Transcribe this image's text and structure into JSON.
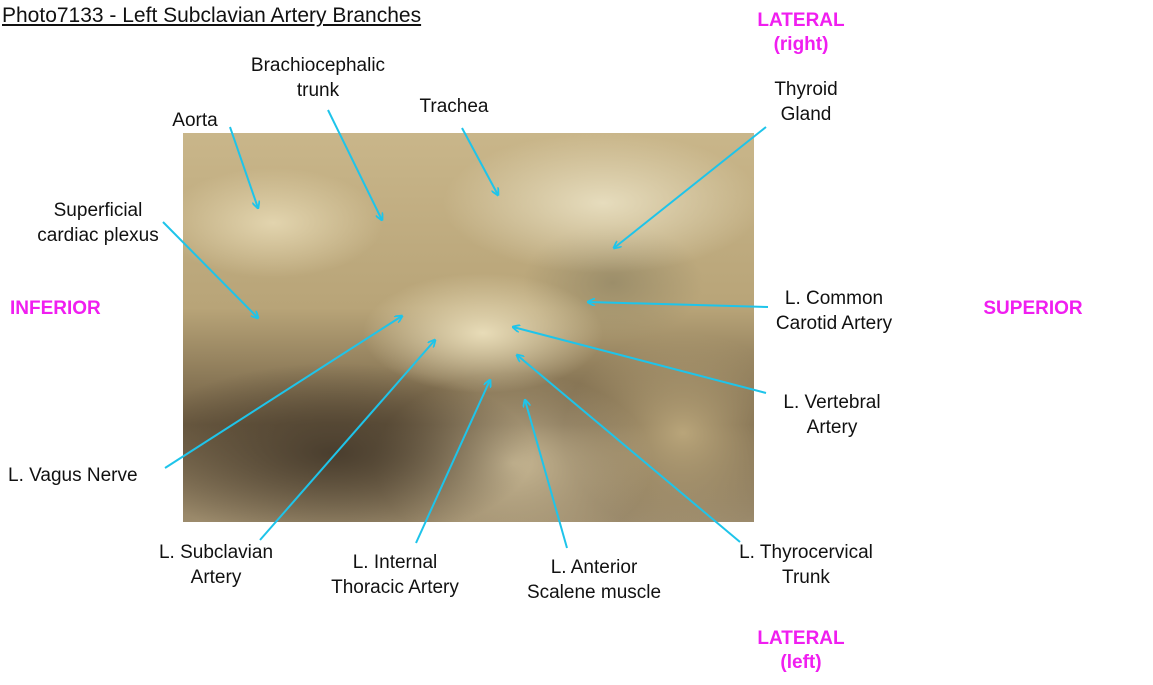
{
  "title": "Photo7133 - Left Subclavian Artery Branches",
  "colors": {
    "arrow": "#1ec4ea",
    "direction": "#f01ef0"
  },
  "directions": {
    "lateral_right": [
      "LATERAL",
      "(right)"
    ],
    "lateral_left": [
      "LATERAL",
      "(left)"
    ],
    "inferior": "INFERIOR",
    "superior": "SUPERIOR"
  },
  "labels": {
    "brachiocephalic": [
      "Brachiocephalic",
      "trunk"
    ],
    "aorta": "Aorta",
    "trachea": "Trachea",
    "thyroid": [
      "Thyroid",
      "Gland"
    ],
    "cardiac_plexus": [
      "Superficial",
      "cardiac plexus"
    ],
    "common_carotid": [
      "L. Common",
      "Carotid Artery"
    ],
    "vertebral": [
      "L. Vertebral",
      "Artery"
    ],
    "vagus": "L. Vagus Nerve",
    "subclavian": [
      "L. Subclavian",
      "Artery"
    ],
    "internal_thoracic": [
      "L. Internal",
      "Thoracic Artery"
    ],
    "anterior_scalene": [
      "L. Anterior",
      "Scalene muscle"
    ],
    "thyrocervical": [
      "L. Thyrocervical",
      "Trunk"
    ]
  }
}
